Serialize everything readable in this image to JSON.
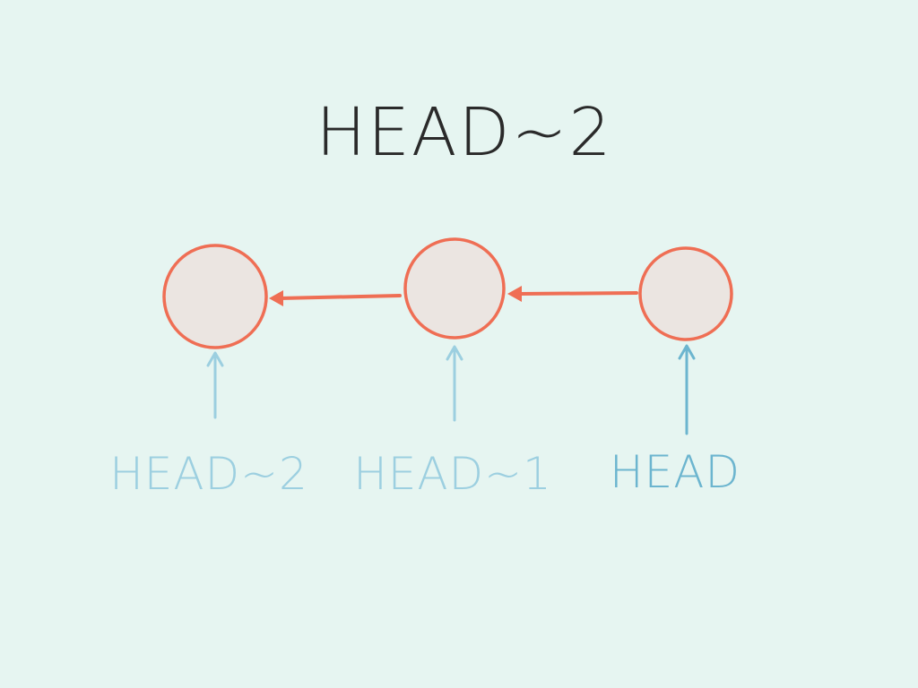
{
  "title": "HEAD~2",
  "commits": [
    {
      "ref_label": "HEAD~2"
    },
    {
      "ref_label": "HEAD~1"
    },
    {
      "ref_label": "HEAD"
    }
  ],
  "colors": {
    "background": "#e6f5f1",
    "commit_fill": "#ebe5e1",
    "commit_stroke": "#ef6e54",
    "parent_arrow": "#ef6e54",
    "ref_muted": "#9ccfe0",
    "ref_current": "#6cb5cf",
    "title": "#2a2a2a"
  }
}
